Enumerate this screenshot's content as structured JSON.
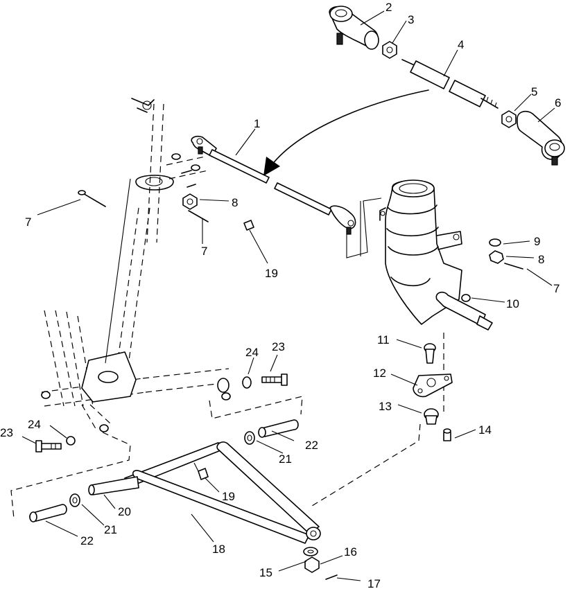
{
  "callouts": [
    {
      "id": "c1",
      "text": "1"
    },
    {
      "id": "c2",
      "text": "2"
    },
    {
      "id": "c3",
      "text": "3"
    },
    {
      "id": "c4",
      "text": "4"
    },
    {
      "id": "c5",
      "text": "5"
    },
    {
      "id": "c6",
      "text": "6"
    },
    {
      "id": "c7a",
      "text": "7"
    },
    {
      "id": "c7b",
      "text": "7"
    },
    {
      "id": "c7c",
      "text": "7"
    },
    {
      "id": "c8a",
      "text": "8"
    },
    {
      "id": "c8b",
      "text": "8"
    },
    {
      "id": "c9",
      "text": "9"
    },
    {
      "id": "c10",
      "text": "10"
    },
    {
      "id": "c11",
      "text": "11"
    },
    {
      "id": "c12",
      "text": "12"
    },
    {
      "id": "c13",
      "text": "13"
    },
    {
      "id": "c14",
      "text": "14"
    },
    {
      "id": "c15",
      "text": "15"
    },
    {
      "id": "c16",
      "text": "16"
    },
    {
      "id": "c17",
      "text": "17"
    },
    {
      "id": "c18",
      "text": "18"
    },
    {
      "id": "c19a",
      "text": "19"
    },
    {
      "id": "c19b",
      "text": "19"
    },
    {
      "id": "c20",
      "text": "20"
    },
    {
      "id": "c21a",
      "text": "21"
    },
    {
      "id": "c21b",
      "text": "21"
    },
    {
      "id": "c22a",
      "text": "22"
    },
    {
      "id": "c22b",
      "text": "22"
    },
    {
      "id": "c23a",
      "text": "23"
    },
    {
      "id": "c23b",
      "text": "23"
    },
    {
      "id": "c24a",
      "text": "24"
    },
    {
      "id": "c24b",
      "text": "24"
    }
  ]
}
